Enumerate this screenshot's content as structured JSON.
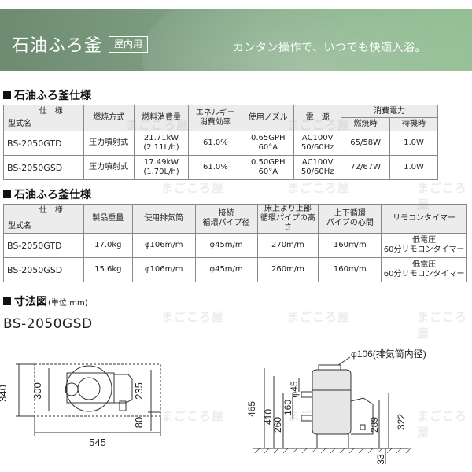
{
  "banner": {
    "title": "石油ふろ釜",
    "badge": "屋内用",
    "tagline": "カンタン操作で、いつでも快適入浴。"
  },
  "spec1": {
    "heading": "石油ふろ釜仕様",
    "corner_top": "仕　様",
    "corner_bottom": "型式名",
    "headers": {
      "combustion": "燃焼方式",
      "fuel": "燃料消費量",
      "efficiency_line1": "エネルギー",
      "efficiency_line2": "消費効率",
      "nozzle": "使用ノズル",
      "power": "電　源",
      "consumption": "消費電力",
      "burning": "燃焼時",
      "standby": "待機時"
    },
    "rows": [
      {
        "model": "BS-2050GTD",
        "combustion": "圧力噴射式",
        "fuel_1": "21.71kW",
        "fuel_2": "(2.11L/h)",
        "efficiency": "61.0%",
        "nozzle_1": "0.65GPH",
        "nozzle_2": "60°A",
        "power_1": "AC100V",
        "power_2": "50/60Hz",
        "burning": "65/58W",
        "standby": "1.0W"
      },
      {
        "model": "BS-2050GSD",
        "combustion": "圧力噴射式",
        "fuel_1": "17.49kW",
        "fuel_2": "(1.70L/h)",
        "efficiency": "61.0%",
        "nozzle_1": "0.50GPH",
        "nozzle_2": "60°A",
        "power_1": "AC100V",
        "power_2": "50/60Hz",
        "burning": "72/67W",
        "standby": "1.0W"
      }
    ]
  },
  "spec2": {
    "heading": "石油ふろ釜仕様",
    "corner_top": "仕　様",
    "corner_bottom": "型式名",
    "headers": {
      "weight": "製品重量",
      "exhaust": "使用排気筒",
      "pipe_line1": "接続",
      "pipe_line2": "循環パイプ径",
      "height_line1": "床上より上部",
      "height_line2": "循環パイプの高さ",
      "center_line1": "上下循環",
      "center_line2": "パイプの心間",
      "remote": "リモコンタイマー"
    },
    "rows": [
      {
        "model": "BS-2050GTD",
        "weight": "17.0kg",
        "exhaust": "φ106m/m",
        "pipe": "φ45m/m",
        "height": "270m/m",
        "center": "160m/m",
        "remote_1": "低電圧",
        "remote_2": "60分リモコンタイマー"
      },
      {
        "model": "BS-2050GSD",
        "weight": "15.6kg",
        "exhaust": "φ106m/m",
        "pipe": "φ45m/m",
        "height": "260m/m",
        "center": "160m/m",
        "remote_1": "低電圧",
        "remote_2": "60分リモコンタイマー"
      }
    ]
  },
  "dimensions": {
    "heading": "寸法図",
    "unit": "(単位:mm)",
    "model": "BS-2050GSD",
    "top_view": {
      "width": "545",
      "depth": "340",
      "inner": "300",
      "h235": "235",
      "h80": "80"
    },
    "side_view": {
      "exhaust_label": "φ106(排気筒内径)",
      "h465": "465",
      "h410": "410",
      "h260": "260",
      "h160": "160",
      "pipe": "φ45",
      "h289": "289",
      "h322": "322",
      "h33": "33"
    }
  },
  "watermark": "まごころ屋"
}
